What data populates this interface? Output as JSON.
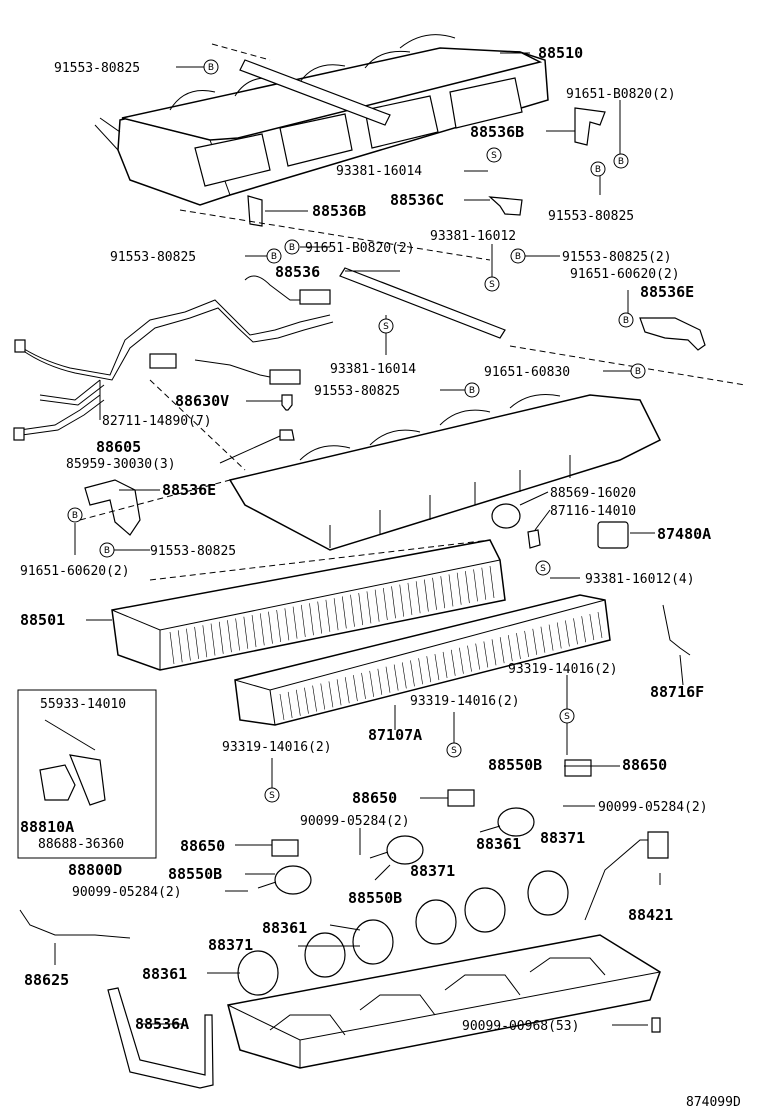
{
  "diagram_id": "874099D",
  "symbols": {
    "bolt": "B",
    "screw": "S"
  },
  "labels": {
    "l88510": "88510",
    "l91553_a": "91553-80825",
    "l91651_b0820_a": "91651-B0820(2)",
    "l88536B_a": "88536B",
    "l93381_16014_a": "93381-16014",
    "l88536C": "88536C",
    "l91553_b": "91553-80825",
    "l88536B_b": "88536B",
    "l93381_16012_a": "93381-16012",
    "l91553_c": "91553-80825",
    "l91651_b0820_b": "91651-B0820(2)",
    "l91553_80825_2": "91553-80825(2)",
    "l91651_60620_2a": "91651-60620(2)",
    "l88536": "88536",
    "l88536E_a": "88536E",
    "l93381_16014_b": "93381-16014",
    "l91651_60830": "91651-60830",
    "l91553_d": "91553-80825",
    "l88630V": "88630V",
    "l82711": "82711-14890(7)",
    "l88605": "88605",
    "l85959": "85959-30030(3)",
    "l88536E_b": "88536E",
    "l88569": "88569-16020",
    "l87116": "87116-14010",
    "l87480A": "87480A",
    "l91651_60620_2b": "91651-60620(2)",
    "l91553_e": "91553-80825",
    "l93381_16012_4": "93381-16012(4)",
    "l88501": "88501",
    "l93319_a": "93319-14016(2)",
    "l88716F": "88716F",
    "l55933": "55933-14010",
    "l93319_b": "93319-14016(2)",
    "l87107A": "87107A",
    "l93319_c": "93319-14016(2)",
    "l88550B_a": "88550B",
    "l88650_a": "88650",
    "l88650_b": "88650",
    "l90099_05284_a": "90099-05284(2)",
    "l88810A": "88810A",
    "l90099_05284_b": "90099-05284(2)",
    "l88688": "88688-36360",
    "l88361_a": "88361",
    "l88371_a": "88371",
    "l88650_c": "88650",
    "l88800D": "88800D",
    "l88550B_b": "88550B",
    "l88371_b": "88371",
    "l90099_05284_c": "90099-05284(2)",
    "l88550B_c": "88550B",
    "l88421": "88421",
    "l88361_b": "88361",
    "l88371_c": "88371",
    "l88361_c": "88361",
    "l88625": "88625",
    "l88536A": "88536A",
    "l90099_00968": "90099-00968(53)"
  }
}
